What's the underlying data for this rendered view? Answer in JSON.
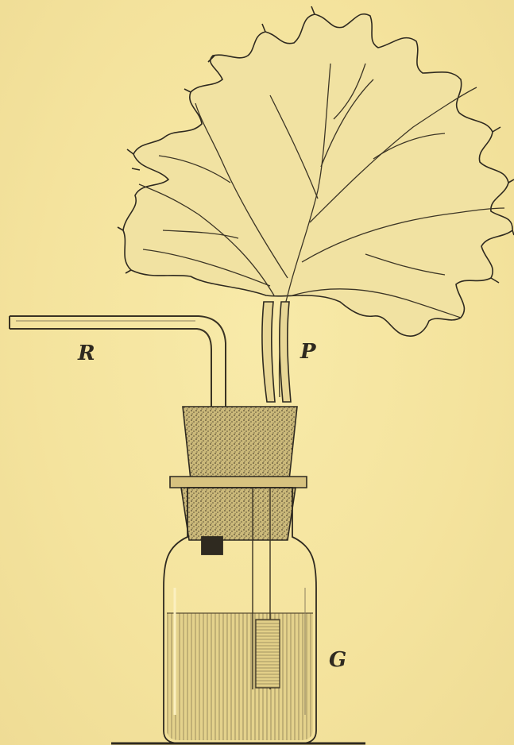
{
  "figure": {
    "labels": {
      "tube": "R",
      "plant": "P",
      "jar": "G"
    },
    "colors": {
      "paper": "#f6e7a4",
      "ink": "#2f2a20"
    }
  }
}
